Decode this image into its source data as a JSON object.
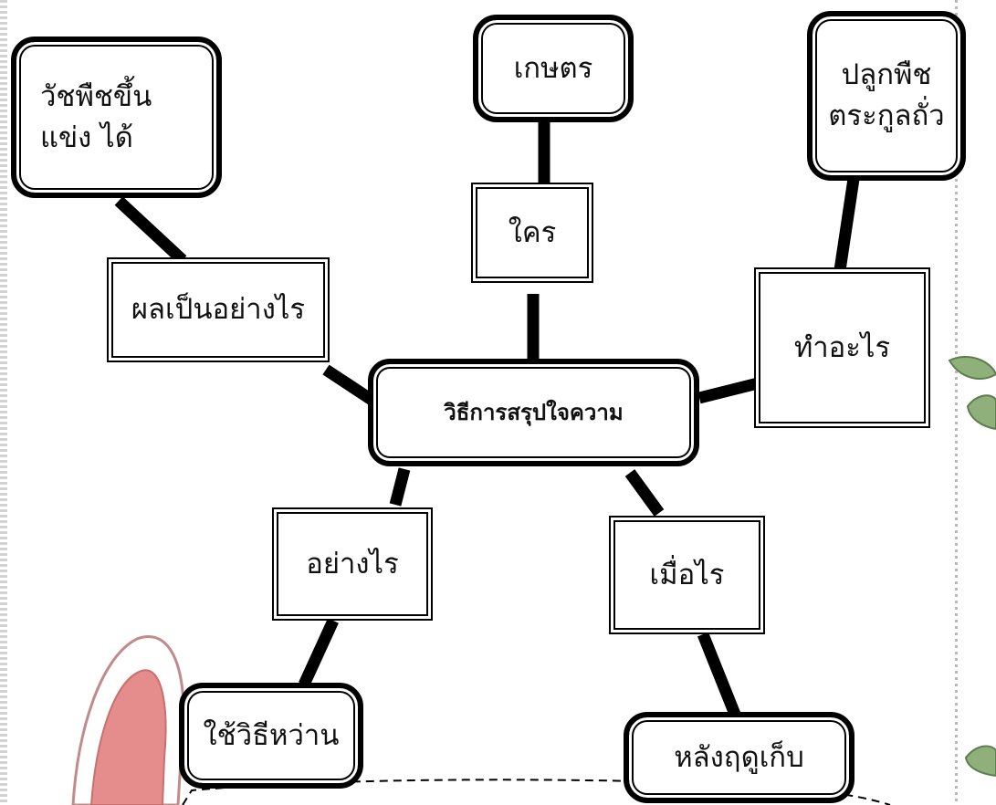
{
  "center": {
    "label": "วิธีการสรุปใจความ"
  },
  "questions": {
    "who": "ใคร",
    "what": "ทำอะไร",
    "result": "ผลเป็นอย่างไร",
    "how": "อย่างไร",
    "when": "เมื่อไร"
  },
  "answers": {
    "who": "เกษตร",
    "what_line1": "ปลูกพืช",
    "what_line2": "ตระกูลถั่ว",
    "result_line1": "วัชพืชขึ้น",
    "result_line2": "แข่ง ได้",
    "how": "ใช้วิธีหว่าน",
    "when": "หลังฤดูเก็บ"
  },
  "colors": {
    "line": "#000000",
    "ear_pink": "#e58c8c",
    "ear_outline": "#c28b8b",
    "leaf_green": "#8fb07a"
  }
}
